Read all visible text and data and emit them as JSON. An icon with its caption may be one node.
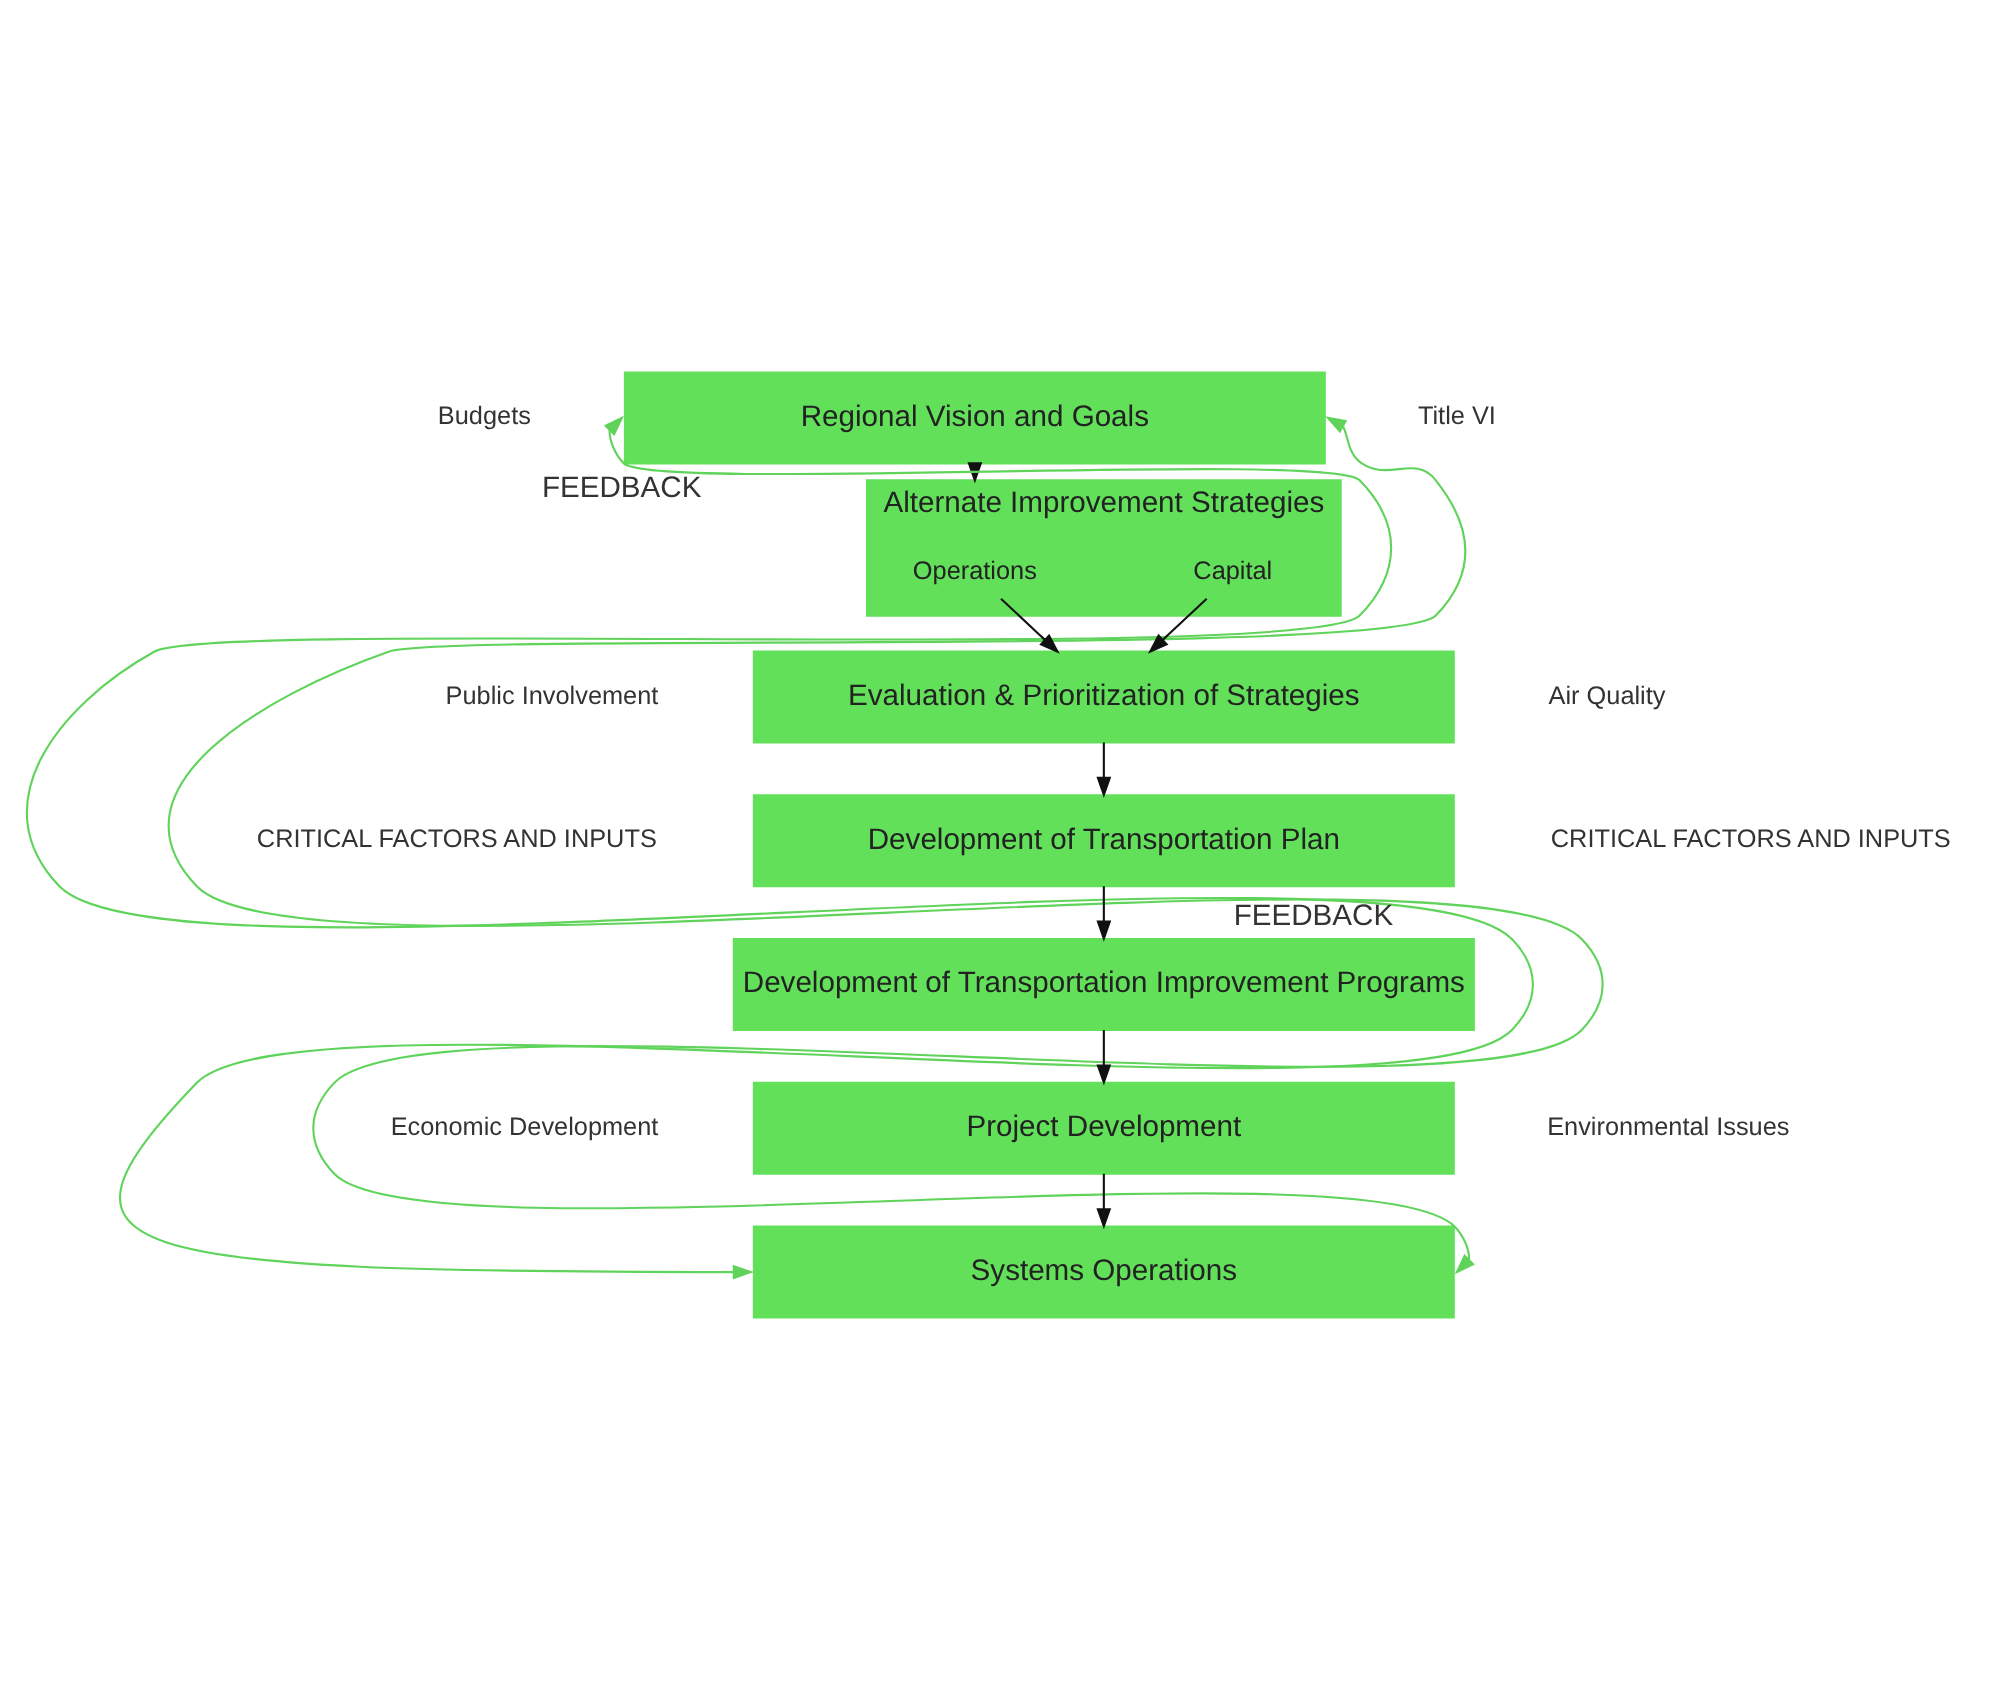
{
  "diagram": {
    "nodes": [
      {
        "text": [
          "Regional Vision and Goals"
        ]
      },
      {
        "text": [
          "Alternate Improvement Strategies"
        ]
      },
      {
        "text": [
          "Operations"
        ],
        "in": 1
      },
      {
        "text": [
          "Capital"
        ],
        "in": 1
      },
      {
        "text": [
          "Evaluation & Prioritization of Strategies"
        ]
      },
      {
        "text": [
          "Development of Transportation Plan"
        ]
      },
      {
        "text": [
          "Development of Transportation Improvement Programs"
        ]
      },
      {
        "text": [
          "Project Development"
        ]
      },
      {
        "text": [
          "Systems Operations"
        ]
      }
    ],
    "edges": [
      {
        "from": 0,
        "to": 1,
        "arrow": "to"
      },
      {
        "from": 2,
        "to": 4,
        "arrow": "to"
      },
      {
        "from": 3,
        "to": 4,
        "arrow": "to"
      },
      {
        "from": 4,
        "to": 5,
        "arrow": "to"
      },
      {
        "from": 5,
        "to": 6,
        "arrow": "to"
      },
      {
        "from": 6,
        "to": 7,
        "arrow": "to"
      },
      {
        "from": 7,
        "to": 8,
        "arrow": "to"
      },
      {
        "from": 8,
        "to": 0,
        "arrow": "both",
        "label": "FEEDBACK",
        "color": "#5fd35a"
      },
      {
        "from": 8,
        "to": 0,
        "arrow": "both",
        "label": "FEEDBACK",
        "color": "#5fd35a"
      }
    ],
    "labels": [
      "Budgets",
      "Title VI",
      "CRITICAL FACTORS AND INPUTS",
      "Public Involvement",
      "CRITICAL FACTORS AND INPUTS",
      "Air Quality",
      "Economic Development",
      "Environmental Issues"
    ]
  }
}
